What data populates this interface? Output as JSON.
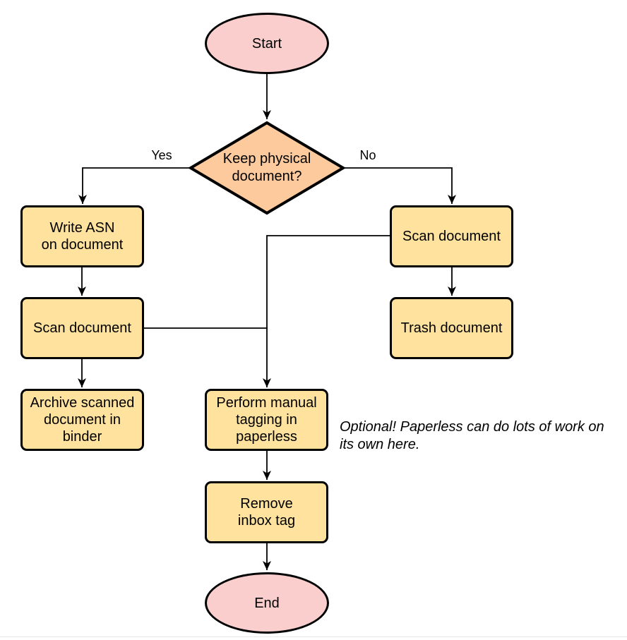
{
  "flowchart": {
    "nodes": {
      "start": {
        "label": "Start",
        "type": "terminal"
      },
      "decision": {
        "label": "Keep physical\ndocument?",
        "type": "decision"
      },
      "write_asn": {
        "label": "Write ASN\non document",
        "type": "process"
      },
      "scan_left": {
        "label": "Scan document",
        "type": "process"
      },
      "archive": {
        "label": "Archive scanned\ndocument in\nbinder",
        "type": "process"
      },
      "scan_right": {
        "label": "Scan document",
        "type": "process"
      },
      "trash": {
        "label": "Trash document",
        "type": "process"
      },
      "perform_tagging": {
        "label": "Perform manual\ntagging in\npaperless",
        "type": "process"
      },
      "remove_inbox_tag": {
        "label": "Remove\ninbox tag",
        "type": "process"
      },
      "end": {
        "label": "End",
        "type": "terminal"
      }
    },
    "edge_labels": {
      "yes": "Yes",
      "no": "No"
    },
    "note": "Optional! Paperless can do lots of work on\nits own here.",
    "colors": {
      "terminal_fill": "#F9CECD",
      "decision_fill": "#FDCA9E",
      "process_fill": "#FFE29D",
      "stroke": "#000000",
      "background": "#FFFFFF",
      "divider": "#E8E8E8"
    }
  }
}
